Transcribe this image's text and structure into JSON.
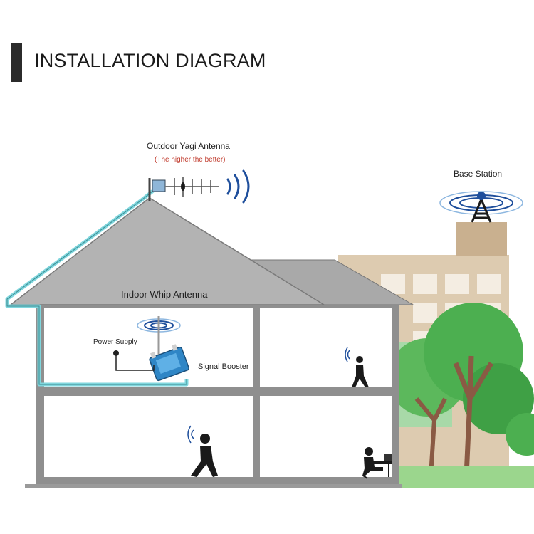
{
  "header": {
    "title": "INSTALLATION DIAGRAM"
  },
  "labels": {
    "outdoor_antenna": "Outdoor Yagi Antenna",
    "outdoor_antenna_note": "(The higher the better)",
    "base_station": "Base Station",
    "indoor_antenna": "Indoor Whip Antenna",
    "power_supply": "Power Supply",
    "signal_booster": "Signal Booster"
  },
  "colors": {
    "roof": "#b3b3b3",
    "wall": "#8f8f8f",
    "cable": "#7fd6dd",
    "signal": "#1f4f9c",
    "booster": "#2f86c6",
    "building": "#d9c6aa",
    "tree": "#4caf50",
    "trunk": "#8a5a44"
  }
}
